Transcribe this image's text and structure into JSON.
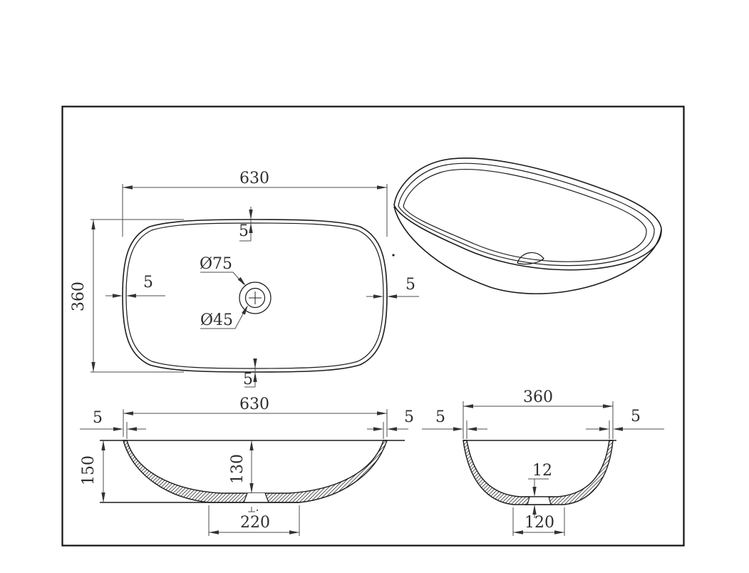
{
  "plan": {
    "width": "630",
    "depth": "360",
    "rim_top": "5",
    "rim_bottom": "5",
    "rim_left": "5",
    "rim_right": "5",
    "drain_outer": "Ø75",
    "drain_inner": "Ø45"
  },
  "front": {
    "width": "630",
    "height": "150",
    "inner_depth": "130",
    "base_width": "220",
    "rim_left": "5",
    "rim_right": "5"
  },
  "side": {
    "depth": "360",
    "drain_lip": "12",
    "base_width": "120",
    "rim_left": "5",
    "rim_right": "5"
  }
}
